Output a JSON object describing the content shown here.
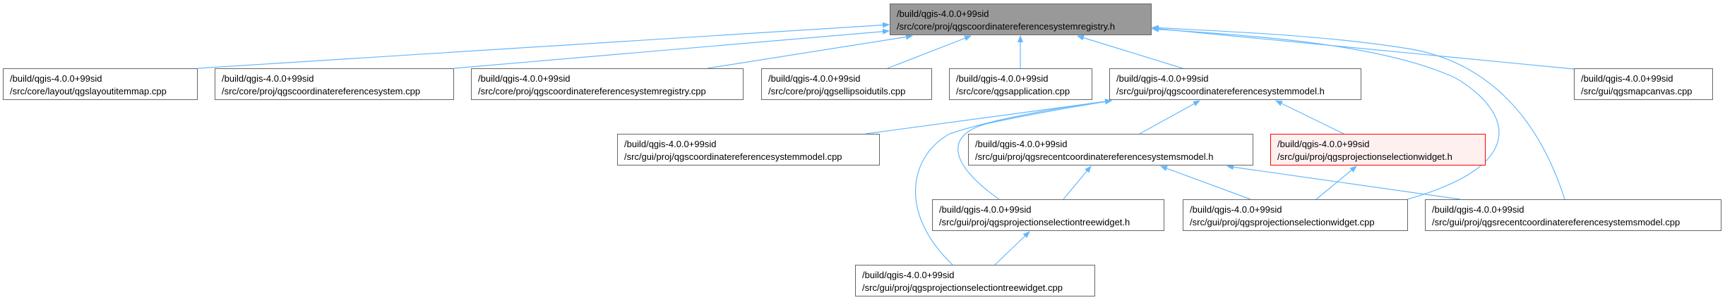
{
  "nodes": {
    "root": {
      "line1": "/build/qgis-4.0.0+99sid",
      "line2": "/src/core/proj/qgscoordinatereferencesystemregistry.h"
    },
    "layoutitemmap": {
      "line1": "/build/qgis-4.0.0+99sid",
      "line2": "/src/core/layout/qgslayoutitemmap.cpp"
    },
    "crs_cpp": {
      "line1": "/build/qgis-4.0.0+99sid",
      "line2": "/src/core/proj/qgscoordinatereferencesystem.cpp"
    },
    "registry_cpp": {
      "line1": "/build/qgis-4.0.0+99sid",
      "line2": "/src/core/proj/qgscoordinatereferencesystemregistry.cpp"
    },
    "ellipsoidutils": {
      "line1": "/build/qgis-4.0.0+99sid",
      "line2": "/src/core/proj/qgsellipsoidutils.cpp"
    },
    "application": {
      "line1": "/build/qgis-4.0.0+99sid",
      "line2": "/src/core/qgsapplication.cpp"
    },
    "model_h": {
      "line1": "/build/qgis-4.0.0+99sid",
      "line2": "/src/gui/proj/qgscoordinatereferencesystemmodel.h"
    },
    "mapcanvas": {
      "line1": "/build/qgis-4.0.0+99sid",
      "line2": "/src/gui/qgsmapcanvas.cpp"
    },
    "model_cpp": {
      "line1": "/build/qgis-4.0.0+99sid",
      "line2": "/src/gui/proj/qgscoordinatereferencesystemmodel.cpp"
    },
    "recent_h": {
      "line1": "/build/qgis-4.0.0+99sid",
      "line2": "/src/gui/proj/qgsrecentcoordinatereferencesystemsmodel.h"
    },
    "widget_h": {
      "line1": "/build/qgis-4.0.0+99sid",
      "line2": "/src/gui/proj/qgsprojectionselectionwidget.h"
    },
    "tree_h": {
      "line1": "/build/qgis-4.0.0+99sid",
      "line2": "/src/gui/proj/qgsprojectionselectiontreewidget.h"
    },
    "widget_cpp": {
      "line1": "/build/qgis-4.0.0+99sid",
      "line2": "/src/gui/proj/qgsprojectionselectionwidget.cpp"
    },
    "recent_cpp": {
      "line1": "/build/qgis-4.0.0+99sid",
      "line2": "/src/gui/proj/qgsrecentcoordinatereferencesystemsmodel.cpp"
    },
    "tree_cpp": {
      "line1": "/build/qgis-4.0.0+99sid",
      "line2": "/src/gui/proj/qgsprojectionselectiontreewidget.cpp"
    }
  },
  "colors": {
    "edge": "#63b8ff",
    "root_fill": "#999999",
    "highlight_border": "#ff0000",
    "highlight_fill": "#fff0f0"
  }
}
